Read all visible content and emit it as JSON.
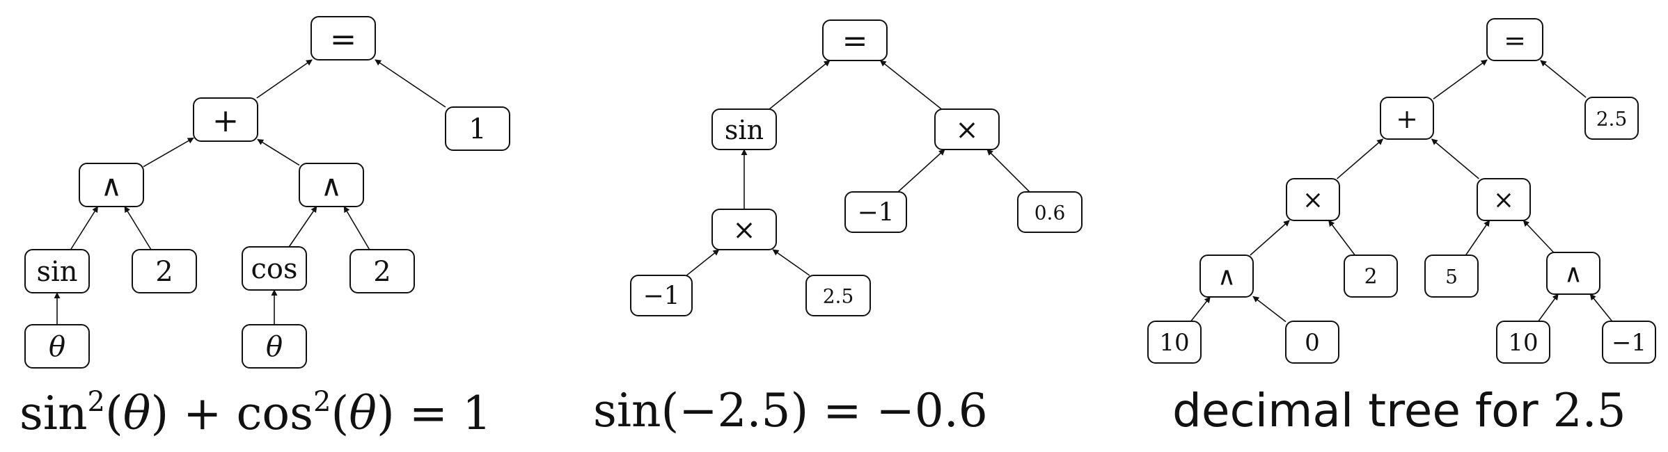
{
  "panels": [
    {
      "id": "tree1",
      "nodes": [
        {
          "id": "eq",
          "label": "="
        },
        {
          "id": "plus",
          "label": "+"
        },
        {
          "id": "one",
          "label": "1"
        },
        {
          "id": "pow1",
          "label": "∧"
        },
        {
          "id": "pow2",
          "label": "∧"
        },
        {
          "id": "sin",
          "label": "sin"
        },
        {
          "id": "two1",
          "label": "2"
        },
        {
          "id": "cos",
          "label": "cos"
        },
        {
          "id": "two2",
          "label": "2"
        },
        {
          "id": "theta1",
          "label": "θ"
        },
        {
          "id": "theta2",
          "label": "θ"
        }
      ],
      "edges": [
        [
          "plus",
          "eq"
        ],
        [
          "one",
          "eq"
        ],
        [
          "pow1",
          "plus"
        ],
        [
          "pow2",
          "plus"
        ],
        [
          "sin",
          "pow1"
        ],
        [
          "two1",
          "pow1"
        ],
        [
          "cos",
          "pow2"
        ],
        [
          "two2",
          "pow2"
        ],
        [
          "theta1",
          "sin"
        ],
        [
          "theta2",
          "cos"
        ]
      ]
    },
    {
      "id": "tree2",
      "nodes": [
        {
          "id": "eq",
          "label": "="
        },
        {
          "id": "sin",
          "label": "sin"
        },
        {
          "id": "mul1",
          "label": "×"
        },
        {
          "id": "mul2",
          "label": "×"
        },
        {
          "id": "m1a",
          "label": "−1"
        },
        {
          "id": "v25",
          "label": "2.5"
        },
        {
          "id": "m1b",
          "label": "−1"
        },
        {
          "id": "v06",
          "label": "0.6"
        }
      ],
      "edges": [
        [
          "sin",
          "eq"
        ],
        [
          "mul2",
          "eq"
        ],
        [
          "mul1",
          "sin"
        ],
        [
          "m1a",
          "mul1"
        ],
        [
          "v25",
          "mul1"
        ],
        [
          "m1b",
          "mul2"
        ],
        [
          "v06",
          "mul2"
        ]
      ]
    },
    {
      "id": "tree3",
      "nodes": [
        {
          "id": "eq",
          "label": "="
        },
        {
          "id": "plus",
          "label": "+"
        },
        {
          "id": "v25",
          "label": "2.5"
        },
        {
          "id": "mulL",
          "label": "×"
        },
        {
          "id": "mulR",
          "label": "×"
        },
        {
          "id": "powL",
          "label": "∧"
        },
        {
          "id": "two",
          "label": "2"
        },
        {
          "id": "five",
          "label": "5"
        },
        {
          "id": "powR",
          "label": "∧"
        },
        {
          "id": "ten1",
          "label": "10"
        },
        {
          "id": "zero",
          "label": "0"
        },
        {
          "id": "ten2",
          "label": "10"
        },
        {
          "id": "m1",
          "label": "−1"
        }
      ],
      "edges": [
        [
          "plus",
          "eq"
        ],
        [
          "v25",
          "eq"
        ],
        [
          "mulL",
          "plus"
        ],
        [
          "mulR",
          "plus"
        ],
        [
          "powL",
          "mulL"
        ],
        [
          "two",
          "mulL"
        ],
        [
          "five",
          "mulR"
        ],
        [
          "powR",
          "mulR"
        ],
        [
          "ten1",
          "powL"
        ],
        [
          "zero",
          "powL"
        ],
        [
          "ten2",
          "powR"
        ],
        [
          "m1",
          "powR"
        ]
      ]
    }
  ],
  "captions": {
    "c1": {
      "sin": "sin",
      "exp1": "2",
      "arg1_open": "(",
      "theta1": "θ",
      "arg1_close": ")",
      "plus": " + ",
      "cos": "cos",
      "exp2": "2",
      "arg2_open": "(",
      "theta2": "θ",
      "arg2_close": ")",
      "equals": " = ",
      "rhs": "1"
    },
    "c2": "sin(−2.5) = −0.6",
    "c3": {
      "text": "decimal tree for ",
      "value": "2.5"
    }
  }
}
